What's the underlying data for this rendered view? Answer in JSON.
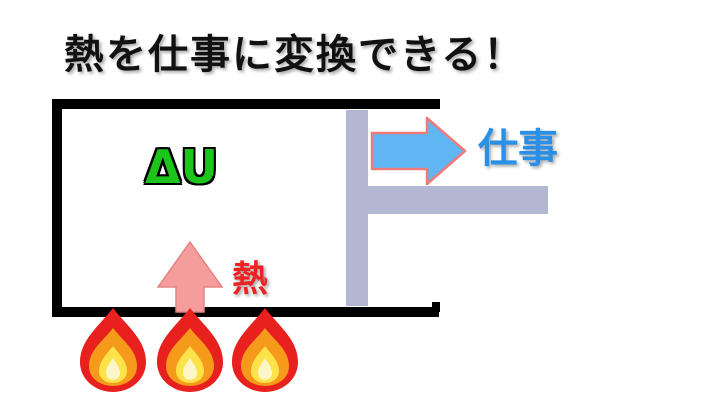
{
  "title": "熱を仕事に変換できる！",
  "labels": {
    "internal_energy": "ΔU",
    "work": "仕事",
    "heat": "熱"
  },
  "icons": [
    "flame-icon",
    "flame-icon",
    "flame-icon"
  ],
  "colors": {
    "cylinder_wall": "#000000",
    "piston": "#b4b7d2",
    "work_arrow_fill": "#5fb6f2",
    "work_arrow_stroke": "#f07a7a",
    "heat_arrow_fill": "#f59c9c",
    "internal_energy_text": "#1cc41c",
    "work_text": "#2a8fe6",
    "heat_text": "#ee2222",
    "flame_outer": "#e8201e",
    "flame_middle": "#f59a1a",
    "flame_inner": "#fde24a"
  }
}
